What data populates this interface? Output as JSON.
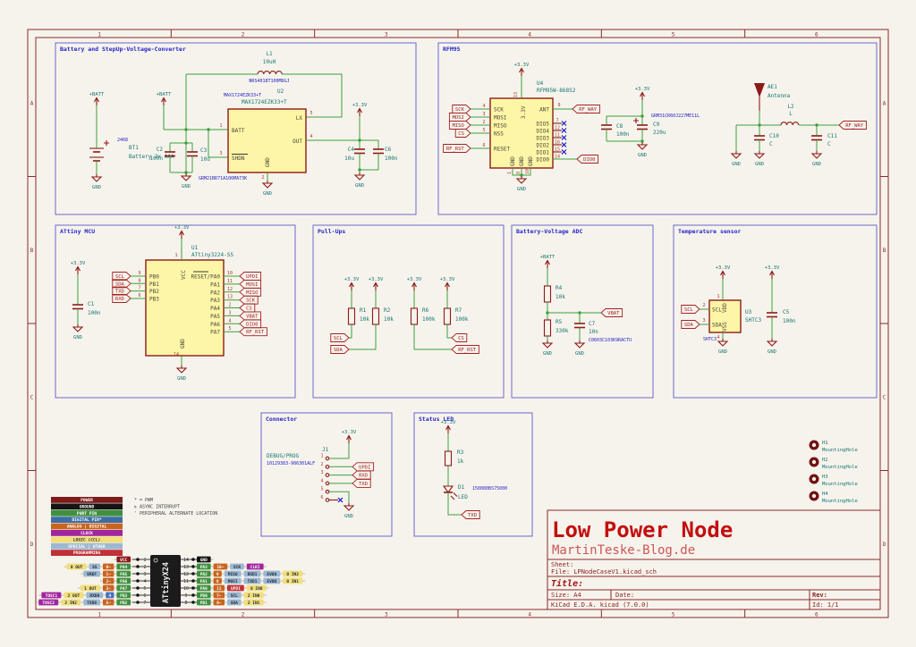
{
  "sheet": {
    "columns": [
      "1",
      "2",
      "3",
      "4",
      "5",
      "6"
    ],
    "rows": [
      "A",
      "B",
      "C",
      "D"
    ],
    "title_block": {
      "project": "Low Power Node",
      "website": "MartinTeske-Blog.de",
      "sheet_label": "Sheet:",
      "file": "File: LPNodeCaseV1.kicad_sch",
      "title_label": "Title:",
      "size": "Size: A4",
      "date": "Date:",
      "rev": "Rev:",
      "app": "KiCad E.D.A.  kicad (7.0.0)",
      "id": "Id: 1/1"
    }
  },
  "power": {
    "v33": "+3.3V",
    "batt": "+BATT",
    "gnd": "GND"
  },
  "blocks": {
    "battery": {
      "title": "Battery and StepUp-Voltage-Converter",
      "bt1": {
        "ref": "BT1",
        "value": "Battery 2x AAA",
        "footprint": "2468"
      },
      "l1": {
        "ref": "L1",
        "value": "10uH",
        "footprint": "NRS4018T100MDGJ"
      },
      "u2": {
        "ref": "U2",
        "value": "MAX1724EZK33+T",
        "footprint": "MAX1724EZK33+T",
        "pins": {
          "batt": "BATT",
          "shdn": "SHDN",
          "lx": "LX",
          "out": "OUT",
          "gnd": "GND"
        },
        "nums": {
          "batt": "1",
          "shdn": "3",
          "lx": "5",
          "out": "4",
          "gnd": "2"
        }
      },
      "c2": {
        "ref": "C2",
        "value": "100n"
      },
      "c3": {
        "ref": "C3",
        "value": "10u",
        "footprint": "GRM21BR71A106MA73K"
      },
      "c4": {
        "ref": "C4",
        "value": "10u"
      },
      "c6": {
        "ref": "C6",
        "value": "100n"
      }
    },
    "rfm95": {
      "title": "RFM95",
      "u4": {
        "ref": "U4",
        "value": "RFM95W-868S2",
        "left_pins": [
          {
            "num": "4",
            "name": "SCK",
            "label": "SCK"
          },
          {
            "num": "3",
            "name": "MOSI",
            "label": "MOSI"
          },
          {
            "num": "2",
            "name": "MISO",
            "label": "MISO"
          },
          {
            "num": "5",
            "name": "NSS",
            "label": "CS"
          },
          {
            "num": "6",
            "name": "RESET",
            "label": "RF_RST"
          }
        ],
        "top_pin": {
          "num": "13",
          "name": "3.3V"
        },
        "ant_pin": {
          "num": "9",
          "name": "ANT",
          "label": "RF_WAY"
        },
        "dio_pins": [
          {
            "num": "7",
            "name": "DIO5"
          },
          {
            "num": "12",
            "name": "DIO4"
          },
          {
            "num": "11",
            "name": "DIO3"
          },
          {
            "num": "16",
            "name": "DIO2"
          },
          {
            "num": "15",
            "name": "DIO1"
          },
          {
            "num": "14",
            "name": "DIO0",
            "label": "DIO0"
          }
        ],
        "gnd_pins": [
          "1",
          "8",
          "10"
        ],
        "gnd_name": "GND"
      },
      "c8": {
        "ref": "C8",
        "value": "100n"
      },
      "c9": {
        "ref": "C9",
        "value": "220u",
        "footprint": "GRM31CR60J227ME11L"
      },
      "ae1": {
        "ref": "AE1",
        "value": "Antenna"
      },
      "l2": {
        "ref": "L2",
        "value": "L"
      },
      "c10": {
        "ref": "C10",
        "value": "C"
      },
      "c11": {
        "ref": "C11",
        "value": "C"
      },
      "rf_way": "RF_WAY"
    },
    "attiny": {
      "title": "ATtiny MCU",
      "u1": {
        "ref": "U1",
        "value": "ATtiny3224-SS",
        "vcc": "VCC",
        "gnd": "GND",
        "vcc_num": "1",
        "gnd_num": "14",
        "left_pins": [
          {
            "num": "9",
            "name": "PB0",
            "label": "SCL"
          },
          {
            "num": "8",
            "name": "PB1",
            "label": "SDA"
          },
          {
            "num": "7",
            "name": "PB2",
            "label": "TXD"
          },
          {
            "num": "6",
            "name": "PB3",
            "label": "RXD"
          }
        ],
        "right_pins": [
          {
            "num": "10",
            "name": "RESET/PA0",
            "label": "UPDI"
          },
          {
            "num": "11",
            "name": "PA1",
            "label": "MOSI"
          },
          {
            "num": "12",
            "name": "PA2",
            "label": "MISO"
          },
          {
            "num": "13",
            "name": "PA3",
            "label": "SCK"
          },
          {
            "num": "2",
            "name": "PA4",
            "label": "CS"
          },
          {
            "num": "3",
            "name": "PA5",
            "label": "VBAT"
          },
          {
            "num": "4",
            "name": "PA6",
            "label": "DIO0"
          },
          {
            "num": "5",
            "name": "PA7",
            "label": "RF_RST"
          }
        ]
      },
      "c1": {
        "ref": "C1",
        "value": "100n"
      }
    },
    "pullups": {
      "title": "Pull-Ups",
      "r1": {
        "ref": "R1",
        "value": "10k",
        "label": "SCL"
      },
      "r2": {
        "ref": "R2",
        "value": "10k",
        "label": "SDA"
      },
      "r6": {
        "ref": "R6",
        "value": "100k",
        "label": "RF_RST"
      },
      "r7": {
        "ref": "R7",
        "value": "100k",
        "label": "CS"
      }
    },
    "adc": {
      "title": "Battery-Voltage ADC",
      "r4": {
        "ref": "R4",
        "value": "10k"
      },
      "r5": {
        "ref": "R5",
        "value": "330k"
      },
      "c7": {
        "ref": "C7",
        "value": "10n",
        "footprint": "C0603C103K9RACTU"
      },
      "vbat": "VBAT"
    },
    "temp": {
      "title": "Temperature sensor",
      "u3": {
        "ref": "U3",
        "value": "SHTC3",
        "footprint": "SHTC3",
        "pins": {
          "scl": "SCL",
          "sda": "SDA",
          "vdd": "VDD",
          "vss": "VSS"
        },
        "nums": {
          "scl": "2",
          "sda": "3",
          "vdd": "1",
          "vss": "4"
        },
        "labels": {
          "scl": "SCL",
          "sda": "SDA"
        }
      },
      "c5": {
        "ref": "C5",
        "value": "100n"
      }
    },
    "connector": {
      "title": "Connector",
      "j1": {
        "ref": "J1",
        "value": "DEBUG/PROG",
        "footprint": "10129383-906301ALF",
        "pins": [
          "1",
          "2",
          "3",
          "4",
          "5",
          "6"
        ],
        "labels": {
          "updi": "UPDI",
          "rxd": "RXD",
          "txd": "TXD"
        }
      }
    },
    "status_led": {
      "title": "Status LED",
      "r3": {
        "ref": "R3",
        "value": "1k"
      },
      "d1": {
        "ref": "D1",
        "value": "LED",
        "footprint": "150080BS75000"
      },
      "txd": "TXD"
    }
  },
  "mounting_holes": [
    {
      "ref": "H1",
      "value": "MountingHole"
    },
    {
      "ref": "H2",
      "value": "MountingHole"
    },
    {
      "ref": "H3",
      "value": "MountingHole"
    },
    {
      "ref": "H4",
      "value": "MountingHole"
    }
  ],
  "legend": {
    "rows": [
      {
        "label": "POWER",
        "bg": "#7e1a1a",
        "fg": "#ffffff"
      },
      {
        "label": "GROUND",
        "bg": "#141414",
        "fg": "#ffffff"
      },
      {
        "label": "PORT PIN",
        "bg": "#3f8f3f",
        "fg": "#ffffff"
      },
      {
        "label": "DIGITAL PIN*",
        "bg": "#3b6ea5",
        "fg": "#ffffff"
      },
      {
        "label": "ANALOG | DIGITAL",
        "bg": "#c8641e",
        "fg": "#ffffff"
      },
      {
        "label": "CLOCK",
        "bg": "#a1259e",
        "fg": "#ffffff"
      },
      {
        "label": "LOGIC (CCL)",
        "bg": "#f2de7a",
        "fg": "#333333"
      },
      {
        "label": "SPECIAL | OTHER",
        "bg": "#9db8d2",
        "fg": "#ffffff"
      },
      {
        "label": "PROGRAMMING",
        "bg": "#c03038",
        "fg": "#ffffff"
      }
    ],
    "notes": [
      "* = PWM",
      "⇅ ASYNC INTERRUPT",
      "' PERIPHERAL ALTERNATE LOCATION"
    ]
  },
  "pinout": {
    "chip": "ATtinyX24",
    "palette": {
      "power": "#8b1a1a",
      "ground": "#141414",
      "port": "#3f8f3f",
      "analog": "#c8641e",
      "digital": "#4472c4",
      "clock": "#a1259e",
      "logic": "#f2de7a",
      "special": "#9db8d2",
      "prog": "#c03038"
    },
    "left": [
      {
        "pin": "1",
        "boxes": [
          {
            "t": "VCC",
            "c": "power"
          }
        ]
      },
      {
        "pin": "2",
        "boxes": [
          {
            "t": "0 OUT",
            "c": "logic"
          },
          {
            "t": "SS",
            "c": "special"
          },
          {
            "t": "0~",
            "c": "analog"
          },
          {
            "t": "PA4",
            "c": "port"
          }
        ]
      },
      {
        "pin": "3",
        "boxes": [
          {
            "t": "VREF",
            "c": "special"
          },
          {
            "t": "1~",
            "c": "analog"
          },
          {
            "t": "PA5",
            "c": "port"
          }
        ]
      },
      {
        "pin": "4",
        "boxes": [
          {
            "t": "2~",
            "c": "analog"
          },
          {
            "t": "PA6",
            "c": "port"
          }
        ]
      },
      {
        "pin": "5",
        "boxes": [
          {
            "t": "1 OUT",
            "c": "logic"
          },
          {
            "t": "3~",
            "c": "analog"
          },
          {
            "t": "PA7",
            "c": "port"
          }
        ]
      },
      {
        "pin": "6",
        "boxes": [
          {
            "t": "TOSC1",
            "c": "clock"
          },
          {
            "t": "2 OUT",
            "c": "logic"
          },
          {
            "t": "RXD0",
            "c": "special"
          },
          {
            "t": "4",
            "c": "digital"
          },
          {
            "t": "PB3",
            "c": "port"
          }
        ]
      },
      {
        "pin": "7",
        "boxes": [
          {
            "t": "TOSC2",
            "c": "clock"
          },
          {
            "t": "2 IN2",
            "c": "logic"
          },
          {
            "t": "TXD0",
            "c": "special"
          },
          {
            "t": "5~",
            "c": "analog"
          },
          {
            "t": "PB2",
            "c": "port"
          }
        ]
      }
    ],
    "right": [
      {
        "pin": "14",
        "boxes": [
          {
            "t": "GND",
            "c": "ground"
          }
        ]
      },
      {
        "pin": "13",
        "boxes": [
          {
            "t": "PA3",
            "c": "port"
          },
          {
            "t": "10~",
            "c": "analog"
          },
          {
            "t": "SCK",
            "c": "special"
          },
          {
            "t": "CLKI",
            "c": "clock"
          }
        ]
      },
      {
        "pin": "12",
        "boxes": [
          {
            "t": "PA2",
            "c": "port"
          },
          {
            "t": "9",
            "c": "analog"
          },
          {
            "t": "MISO",
            "c": "special"
          },
          {
            "t": "RXD1",
            "c": "special"
          },
          {
            "t": "EVOA",
            "c": "special"
          },
          {
            "t": "0 IN2",
            "c": "logic"
          }
        ]
      },
      {
        "pin": "11",
        "boxes": [
          {
            "t": "PA1",
            "c": "port"
          },
          {
            "t": "8",
            "c": "analog"
          },
          {
            "t": "MOSI",
            "c": "special"
          },
          {
            "t": "TXD1",
            "c": "special"
          },
          {
            "t": "EVOB",
            "c": "special"
          },
          {
            "t": "0 IN1",
            "c": "logic"
          }
        ]
      },
      {
        "pin": "10",
        "boxes": [
          {
            "t": "PA0",
            "c": "port"
          },
          {
            "t": "11",
            "c": "analog"
          },
          {
            "t": "UPDI",
            "c": "prog"
          },
          {
            "t": "0 IN0",
            "c": "logic"
          }
        ]
      },
      {
        "pin": "9",
        "boxes": [
          {
            "t": "PB0",
            "c": "port"
          },
          {
            "t": "7~",
            "c": "analog"
          },
          {
            "t": "SCL",
            "c": "special"
          },
          {
            "t": "2 IN0",
            "c": "logic"
          }
        ]
      },
      {
        "pin": "8",
        "boxes": [
          {
            "t": "PB1",
            "c": "port"
          },
          {
            "t": "6~",
            "c": "analog"
          },
          {
            "t": "SDA",
            "c": "special"
          },
          {
            "t": "2 IN1",
            "c": "logic"
          }
        ]
      }
    ]
  }
}
